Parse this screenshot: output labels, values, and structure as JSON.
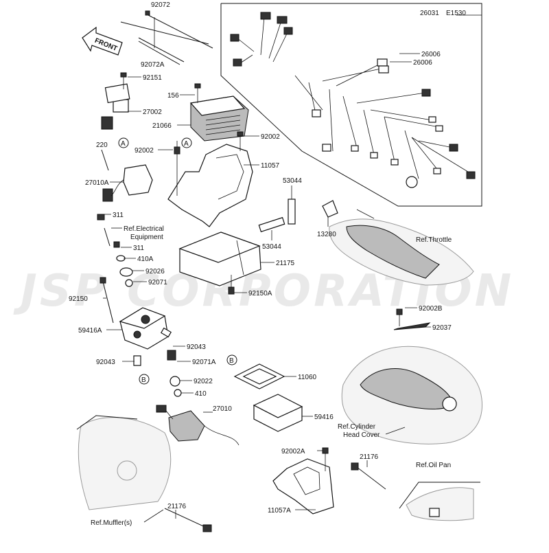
{
  "watermark": "JSP CORPORATION",
  "diagram_code": "E1530",
  "front_arrow_label": "FRONT",
  "part_labels": {
    "p26031": "26031",
    "p26006a": "26006",
    "p26006b": "26006",
    "p92072": "92072",
    "p92072A": "92072A",
    "p92151": "92151",
    "p27002": "27002",
    "p156": "156",
    "p21066": "21066",
    "p92002_top": "92002",
    "p220": "220",
    "p92002_left": "92002",
    "p11057": "11057",
    "p27010A": "27010A",
    "p53044_top": "53044",
    "p53044_bottom": "53044",
    "p311_a": "311",
    "p311_b": "311",
    "p410A": "410A",
    "p92026": "92026",
    "p92071": "92071",
    "p21175": "21175",
    "p92150A": "92150A",
    "p92150": "92150",
    "p59416A": "59416A",
    "p13280": "13280",
    "p92043_right": "92043",
    "p92043_left": "92043",
    "p92071A": "92071A",
    "p92022": "92022",
    "p410": "410",
    "p27010": "27010",
    "p11060": "11060",
    "p59416": "59416",
    "p92002A": "92002A",
    "p11057A": "11057A",
    "p21176_right": "21176",
    "p21176_bottom": "21176",
    "p92002B": "92002B",
    "p92037": "92037"
  },
  "reference_labels": {
    "electrical_line1": "Ref.Electrical",
    "electrical_line2": "Equipment",
    "throttle": "Ref.Throttle",
    "cylinder_line1": "Ref.Cylinder",
    "cylinder_line2": "Head Cover",
    "oil_pan": "Ref.Oil Pan",
    "muffler": "Ref.Muffler(s)"
  },
  "circle_markers": {
    "a_top": "A",
    "a_left": "A",
    "b_left": "B",
    "b_right": "B"
  }
}
